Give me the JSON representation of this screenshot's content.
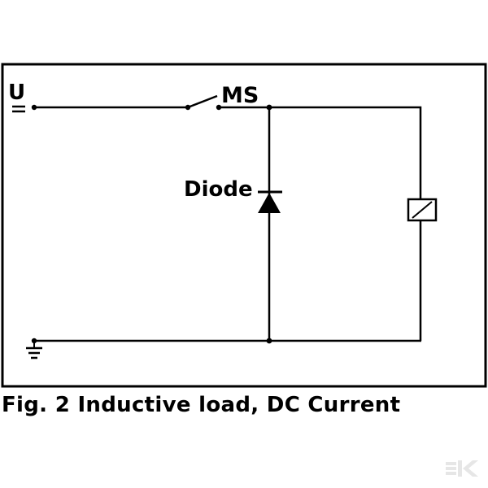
{
  "labels": {
    "supply": "U",
    "switch": "MS",
    "diode": "Diode"
  },
  "caption": "Fig. 2 Inductive load, DC Current",
  "symbols": {
    "supply": "dc-voltage-symbol",
    "switch": "switch-icon",
    "diode": "diode-icon",
    "load": "relay-coil-icon",
    "ground": "ground-icon",
    "watermark": "k-logo-icon"
  },
  "colors": {
    "line": "#000000",
    "background": "#ffffff",
    "watermark": "#e6e6e6"
  }
}
